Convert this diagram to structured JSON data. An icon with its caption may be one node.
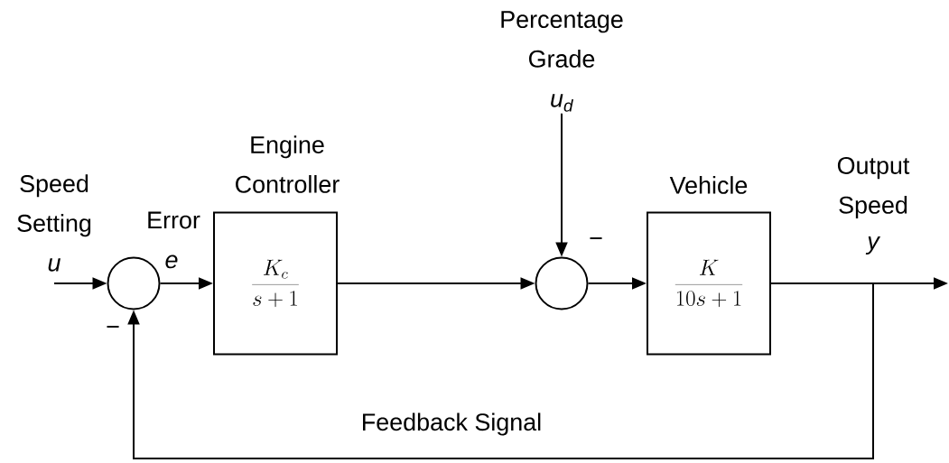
{
  "diagram": {
    "nodes": [
      {
        "text": [
          "Speed Setting",
          "u"
        ]
      },
      {
        "text": [],
        "shape": "circle"
      },
      {
        "text": [
          "Engine Controller",
          "\\frac{K_c}{s+1}"
        ]
      },
      {
        "text": [],
        "shape": "circle"
      },
      {
        "text": [
          "Percentage Grade",
          "u$_{d}$"
        ]
      },
      {
        "text": [
          "Vehicle",
          "\\frac{K}{10s+1}"
        ]
      }
    ],
    "edges": [
      {
        "from": 0,
        "to": 1,
        "arrow": "to"
      },
      {
        "from": 1,
        "to": 2,
        "arrow": "to",
        "label": "e"
      },
      {
        "from": 2,
        "to": 3,
        "arrow": "to"
      },
      {
        "from": 4,
        "to": 3,
        "arrow": "to"
      },
      {
        "from": 3,
        "to": 5,
        "arrow": "to"
      },
      {
        "from": 5,
        "to": null,
        "arrow": "to"
      },
      {
        "from": 5,
        "to": 1,
        "arrow": "to",
        "label": "Feedback Signal"
      }
    ],
    "labels": [
      "Error",
      "−",
      "−",
      "Output Speed",
      "y"
    ]
  }
}
